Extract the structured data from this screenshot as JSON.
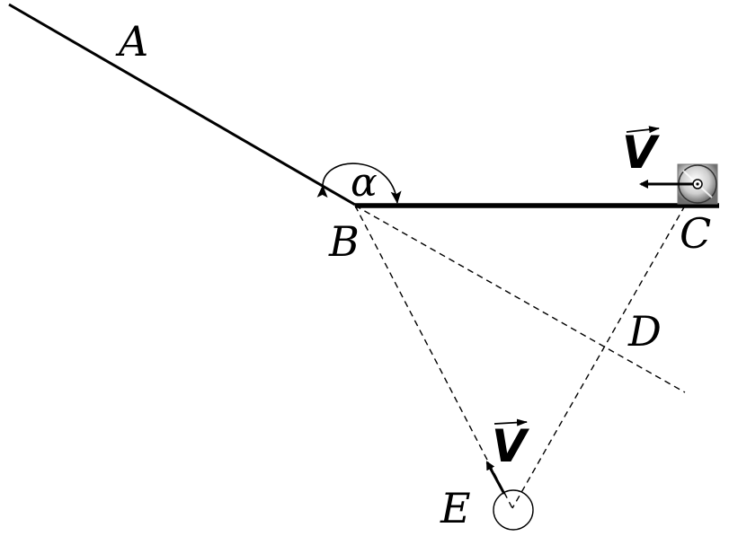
{
  "labels": {
    "A": "A",
    "B": "B",
    "C": "C",
    "D": "D",
    "E": "E",
    "alpha": "α",
    "velocity_c": "V",
    "velocity_e": "V"
  },
  "colors": {
    "ink": "#000000",
    "background": "#ffffff",
    "source_box": "#9a9a9a"
  },
  "icons": {
    "source_at_c": "wheel-icon",
    "source_at_e": "circle-icon"
  }
}
